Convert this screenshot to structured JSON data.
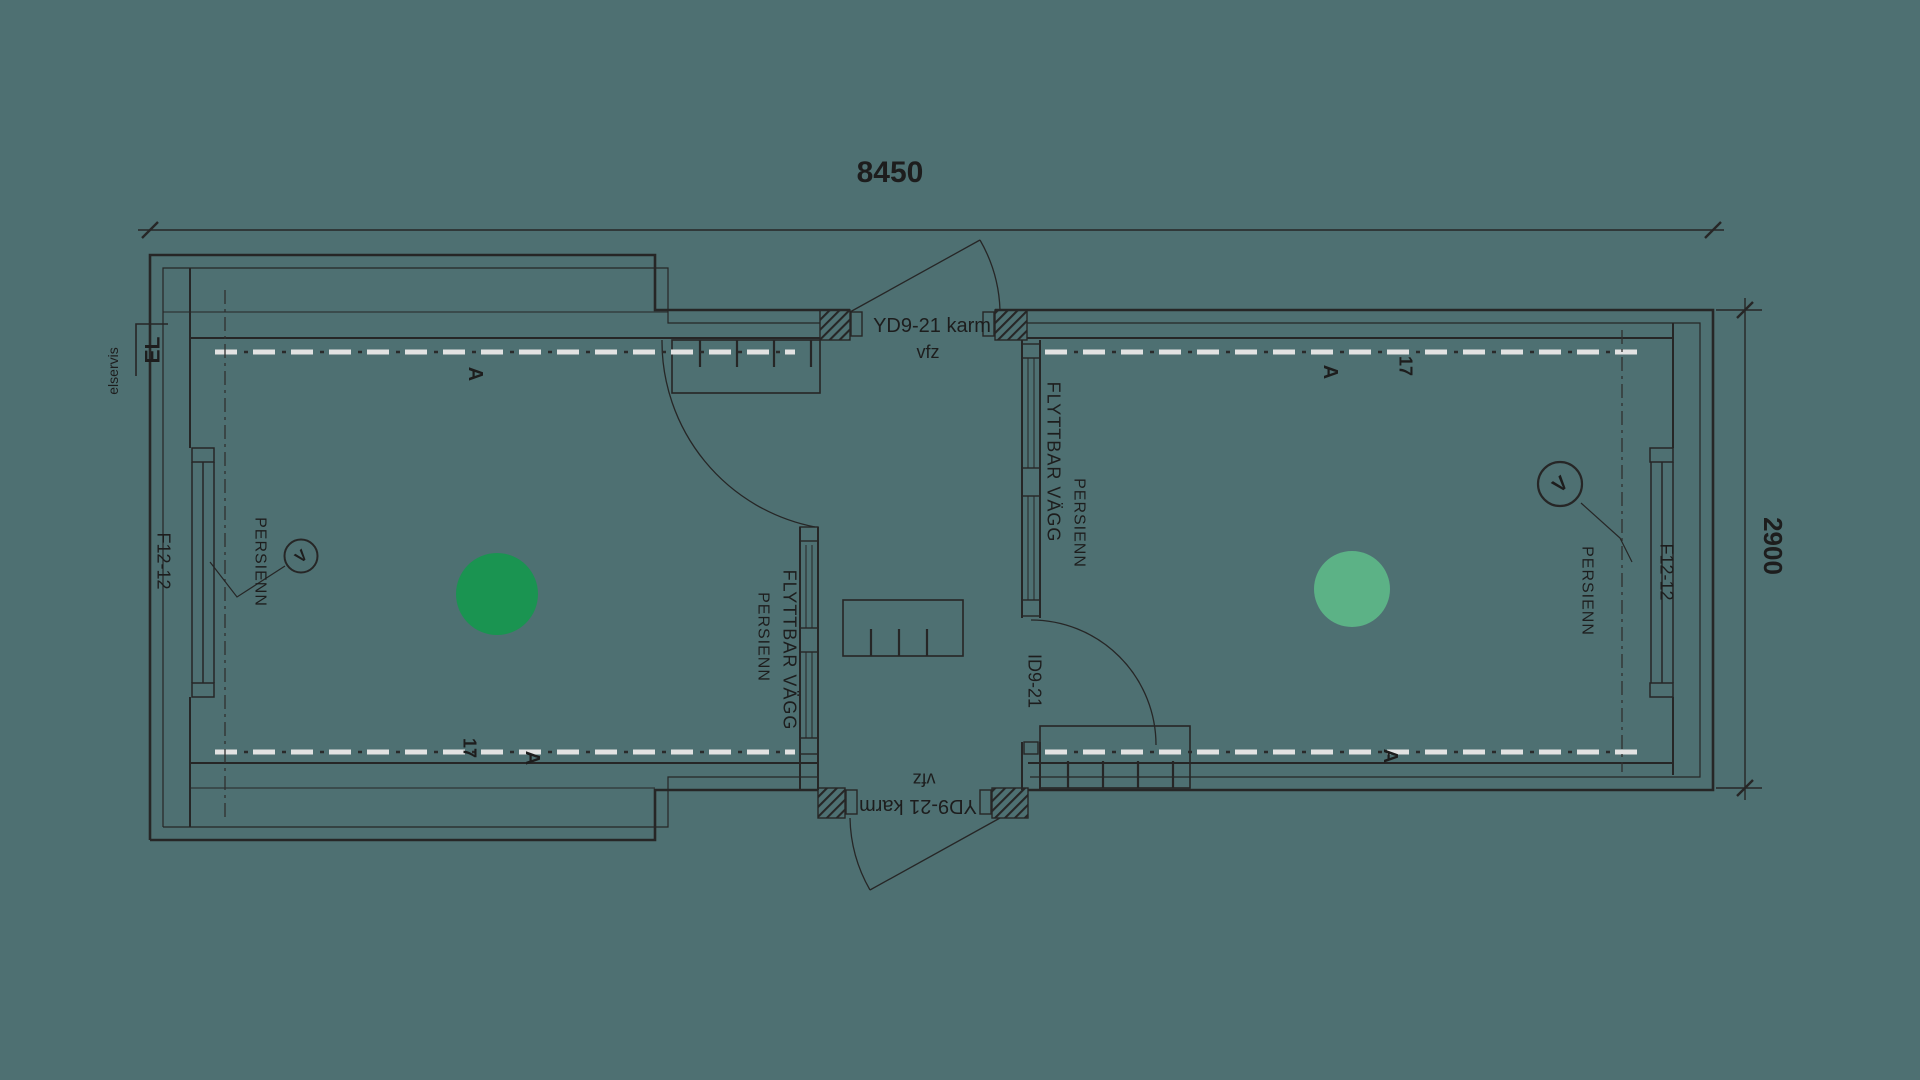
{
  "drawing": {
    "dimensions": {
      "width": "8450",
      "depth": "2900"
    },
    "doors": {
      "exterior_top": {
        "code": "YD9-21 karm",
        "finish": "vfz"
      },
      "exterior_bottom": {
        "code": "YD9-21 karm",
        "finish": "vfz"
      },
      "interior": {
        "code": "ID9-21"
      }
    },
    "windows": {
      "left": "F12-12",
      "right": "F12-12"
    },
    "labels": {
      "persienn": "PERSIENN",
      "movable_wall": "FLYTTBAR VÄGG",
      "el": "EL",
      "el_note": "elservis",
      "ventilation": "V",
      "marker_a": "A",
      "marker_17": "17"
    },
    "colors": {
      "background": "#4e7072",
      "dot_left": "#1a9451",
      "dot_right": "#5cb286"
    }
  }
}
